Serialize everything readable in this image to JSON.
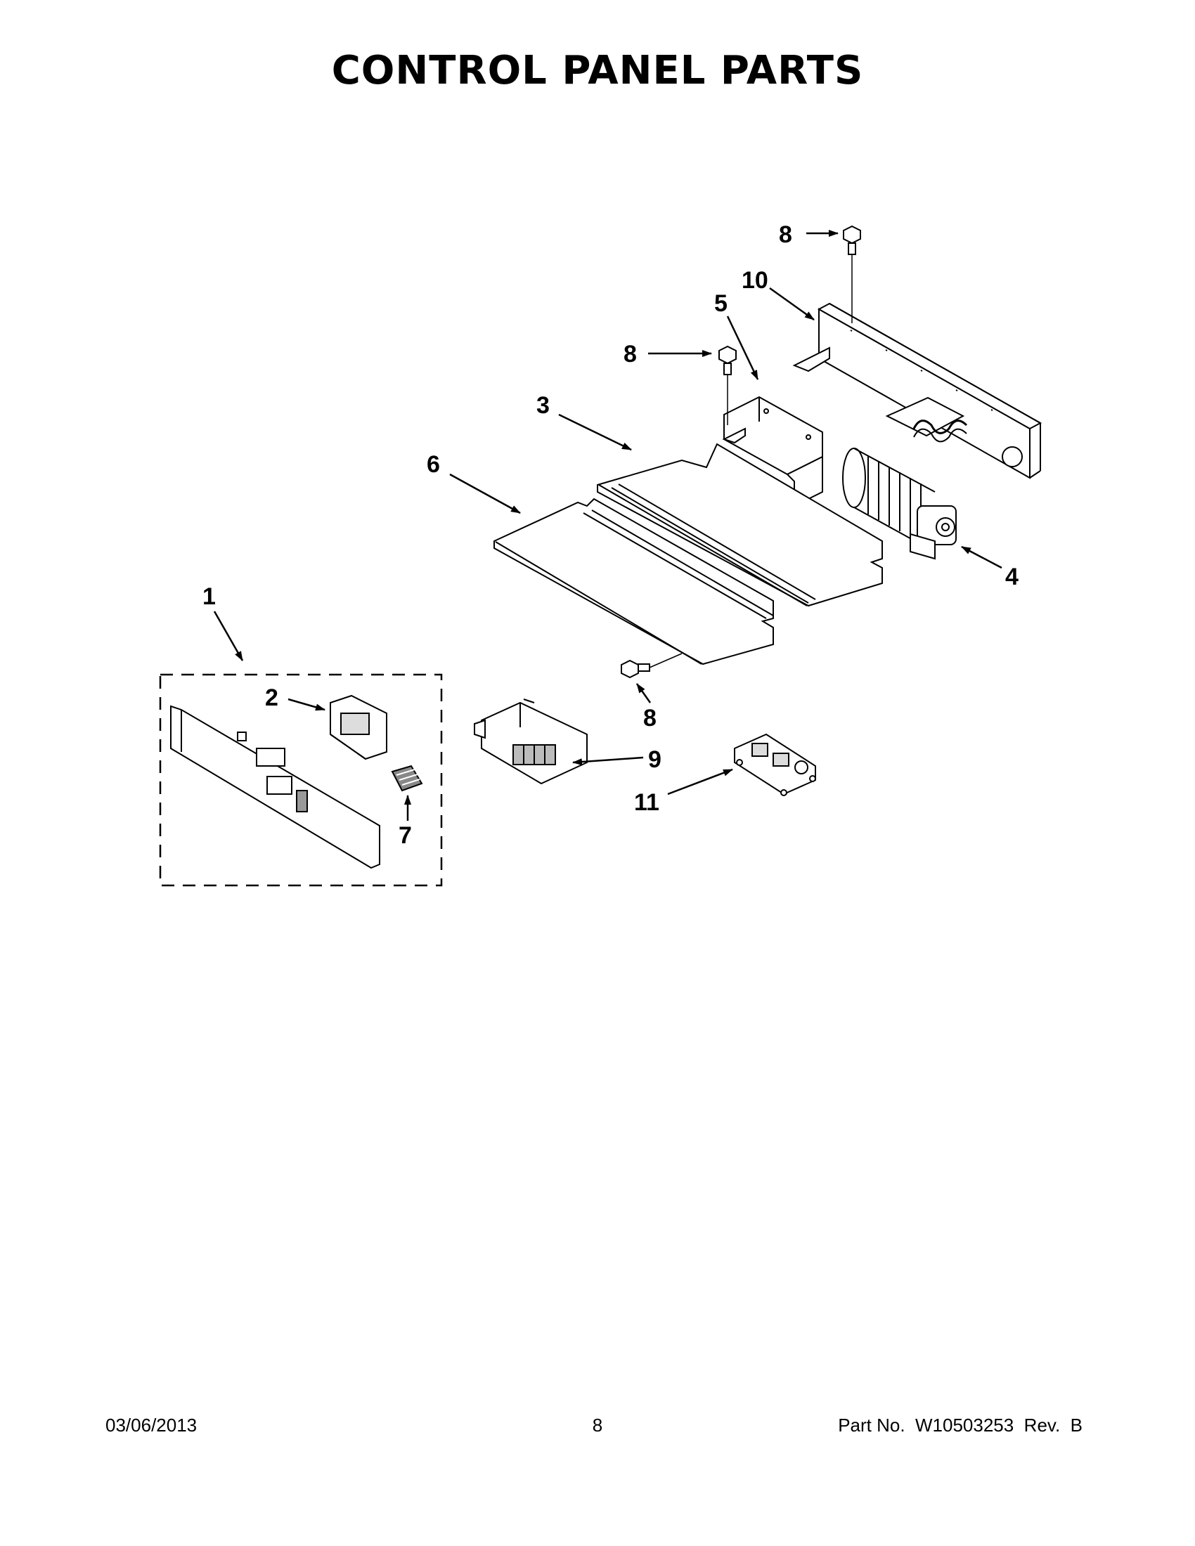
{
  "title": "CONTROL PANEL PARTS",
  "callouts": {
    "c1": "1",
    "c2": "2",
    "c3": "3",
    "c4": "4",
    "c5": "5",
    "c6": "6",
    "c7": "7",
    "c8a": "8",
    "c8b": "8",
    "c8c": "8",
    "c9": "9",
    "c10": "10",
    "c11": "11"
  },
  "footer": {
    "date": "03/06/2013",
    "page": "8",
    "part_no": "Part No.  W10503253  Rev.  B"
  }
}
